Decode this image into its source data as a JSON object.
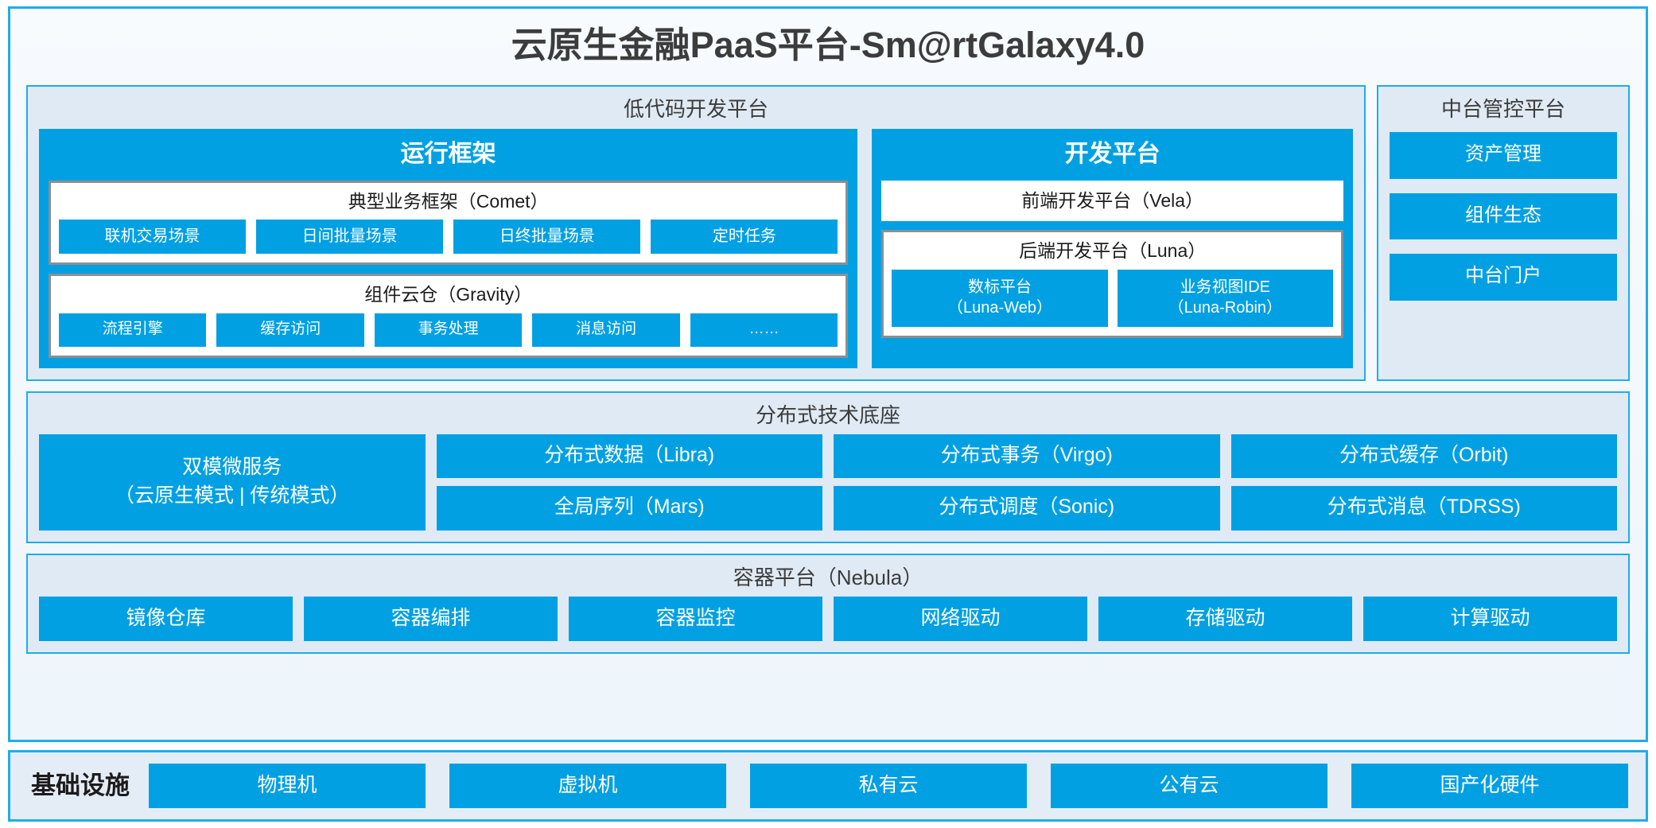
{
  "title": "云原生金融PaaS平台-Sm@rtGalaxy4.0",
  "colors": {
    "accent_blue": "#00a0e3",
    "border_blue": "#1eadea",
    "panel_bg": "#e0eaf4",
    "box_border_gray": "#8a8f94",
    "text_dark": "#3c3c3c"
  },
  "lowcode": {
    "title": "低代码开发平台",
    "runtime": {
      "title": "运行框架",
      "comet": {
        "title": "典型业务框架（Comet）",
        "items": [
          "联机交易场景",
          "日间批量场景",
          "日终批量场景",
          "定时任务"
        ]
      },
      "gravity": {
        "title": "组件云仓（Gravity）",
        "items": [
          "流程引擎",
          "缓存访问",
          "事务处理",
          "消息访问",
          "……"
        ]
      }
    },
    "dev": {
      "title": "开发平台",
      "frontend": "前端开发平台（Vela）",
      "backend": {
        "title": "后端开发平台（Luna）",
        "items": [
          {
            "line1": "数标平台",
            "line2": "（Luna-Web）"
          },
          {
            "line1": "业务视图IDE",
            "line2": "（Luna-Robin）"
          }
        ]
      }
    }
  },
  "midctrl": {
    "title": "中台管控平台",
    "items": [
      "资产管理",
      "组件生态",
      "中台门户"
    ]
  },
  "techbase": {
    "title": "分布式技术底座",
    "microservice": {
      "line1": "双模微服务",
      "line2": "（云原生模式 | 传统模式）"
    },
    "columns": [
      [
        "分布式数据（Libra)",
        "全局序列（Mars)"
      ],
      [
        "分布式事务（Virgo)",
        "分布式调度（Sonic)"
      ],
      [
        "分布式缓存（Orbit)",
        "分布式消息（TDRSS)"
      ]
    ]
  },
  "container": {
    "title": "容器平台（Nebula）",
    "items": [
      "镜像仓库",
      "容器编排",
      "容器监控",
      "网络驱动",
      "存储驱动",
      "计算驱动"
    ]
  },
  "infra": {
    "label": "基础设施",
    "items": [
      "物理机",
      "虚拟机",
      "私有云",
      "公有云",
      "国产化硬件"
    ]
  }
}
